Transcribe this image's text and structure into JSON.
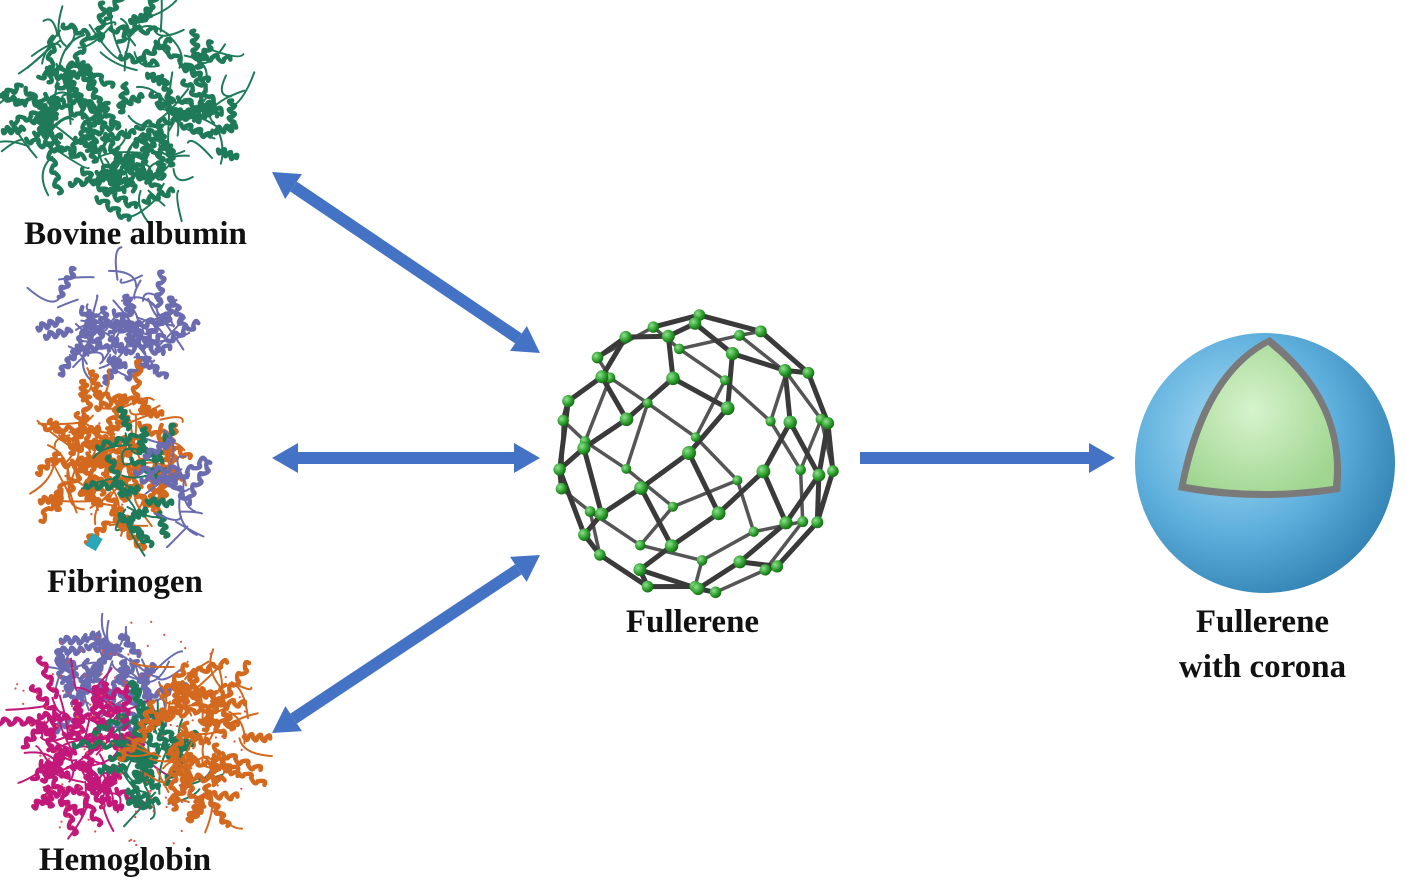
{
  "labels": {
    "albumin": "Bovine albumin",
    "fibrinogen": "Fibrinogen",
    "hemoglobin": "Hemoglobin",
    "fullerene": "Fullerene",
    "corona_line1": "Fullerene",
    "corona_line2": "with corona"
  },
  "colors": {
    "arrow": "#4472c4",
    "albumin": "#1f7a5a",
    "fibrinogen_top": "#6b6bb0",
    "fibrinogen_bottom": "#d2691e",
    "hemoglobin_magenta": "#c2187a",
    "hemoglobin_purple": "#6b6bb0",
    "hemoglobin_orange": "#d2691e",
    "fullerene_atom": "#2ea02e",
    "fullerene_bond": "#3a3a3a",
    "corona_shell": "#6ab7e0",
    "corona_core": "#b5e4a8"
  },
  "icons": {
    "albumin": "protein-ribbon-icon",
    "fibrinogen": "protein-ribbon-icon",
    "hemoglobin": "protein-ribbon-icon",
    "fullerene": "buckyball-icon",
    "corona": "sphere-cutaway-icon"
  }
}
